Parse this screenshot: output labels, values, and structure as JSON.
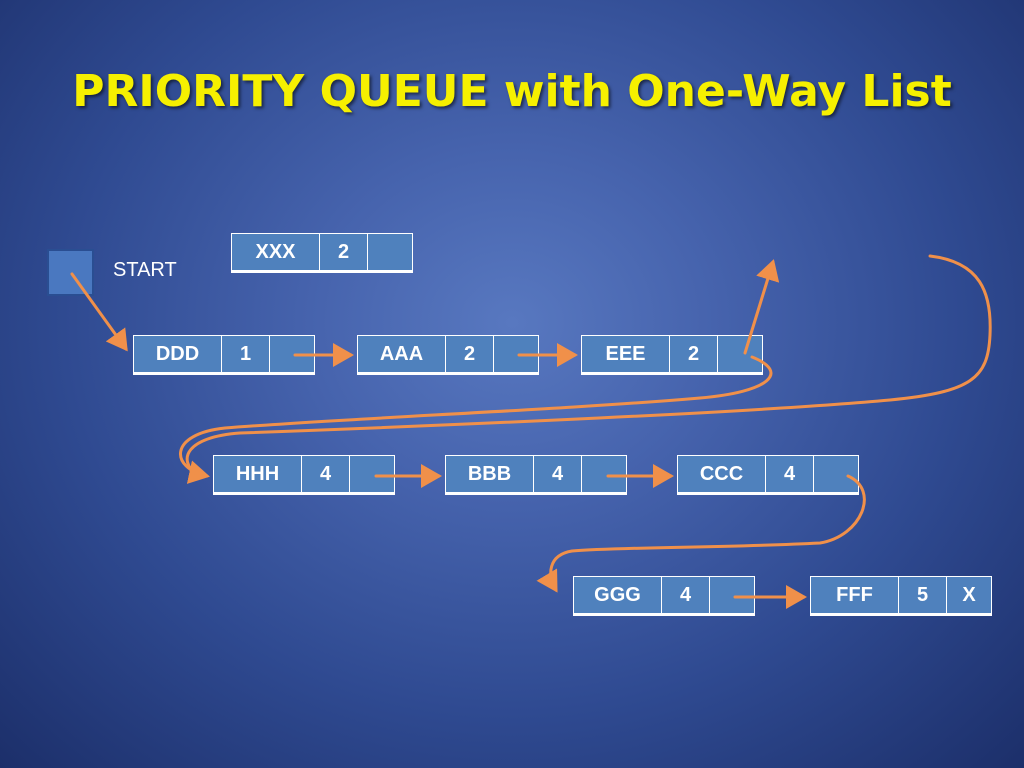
{
  "title": "PRIORITY QUEUE with One-Way List",
  "start_label": "START",
  "colors": {
    "title": "#f6f000",
    "node_fill": "#4f81bd",
    "arrow": "#f0904a"
  },
  "new_node": {
    "info": "XXX",
    "prn": "2",
    "link": ""
  },
  "nodes": [
    {
      "info": "DDD",
      "prn": "1",
      "link": ""
    },
    {
      "info": "AAA",
      "prn": "2",
      "link": ""
    },
    {
      "info": "EEE",
      "prn": "2",
      "link": ""
    },
    {
      "info": "HHH",
      "prn": "4",
      "link": ""
    },
    {
      "info": "BBB",
      "prn": "4",
      "link": ""
    },
    {
      "info": "CCC",
      "prn": "4",
      "link": ""
    },
    {
      "info": "GGG",
      "prn": "4",
      "link": ""
    },
    {
      "info": "FFF",
      "prn": "5",
      "link": "X"
    }
  ]
}
